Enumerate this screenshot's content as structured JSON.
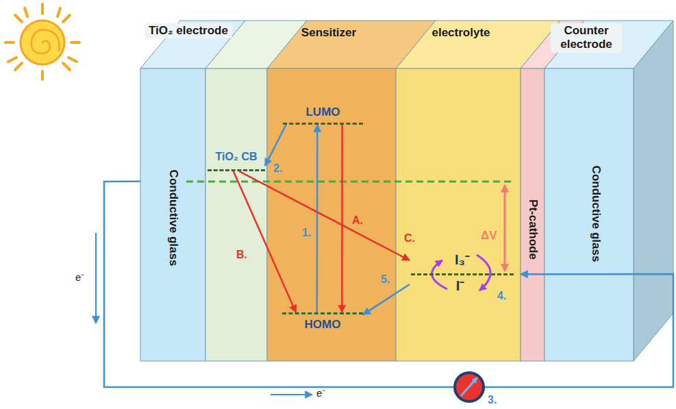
{
  "diagram": {
    "nodes": [
      {
        "text": [
          "Conductive glass"
        ]
      },
      {
        "text": [
          "TiO₂ CB"
        ]
      },
      {
        "text": [
          "Sensitizer"
        ]
      },
      {
        "text": [
          "LUMO"
        ],
        "in": 2
      },
      {
        "text": [
          "HOMO"
        ],
        "in": 2
      },
      {
        "text": [
          "electrolyte"
        ]
      },
      {
        "text": [
          "I₃⁻",
          "I⁻"
        ],
        "in": 5
      },
      {
        "text": [
          "Pt-cathode"
        ]
      },
      {
        "text": [
          "Counter electrode",
          "Conductive glass"
        ]
      }
    ],
    "edges": [
      {
        "from": 4,
        "to": 3,
        "arrow": "to",
        "label": "1."
      },
      {
        "from": 3,
        "to": 1,
        "arrow": "to",
        "label": "2."
      },
      {
        "from": 1,
        "to": 6,
        "arrow": "to",
        "label": "A."
      },
      {
        "from": 1,
        "to": 4,
        "arrow": "to",
        "label": "B."
      },
      {
        "from": 3,
        "to": 4,
        "arrow": "to"
      },
      {
        "from": 6,
        "to": 4,
        "arrow": "to",
        "label": "5."
      },
      {
        "from": 0,
        "to": 7,
        "arrow": "to",
        "label": "3."
      }
    ],
    "labels": [
      "TiO₂ electrode",
      "C.",
      "ΔV",
      "4.",
      "e⁻",
      "e⁻"
    ]
  }
}
